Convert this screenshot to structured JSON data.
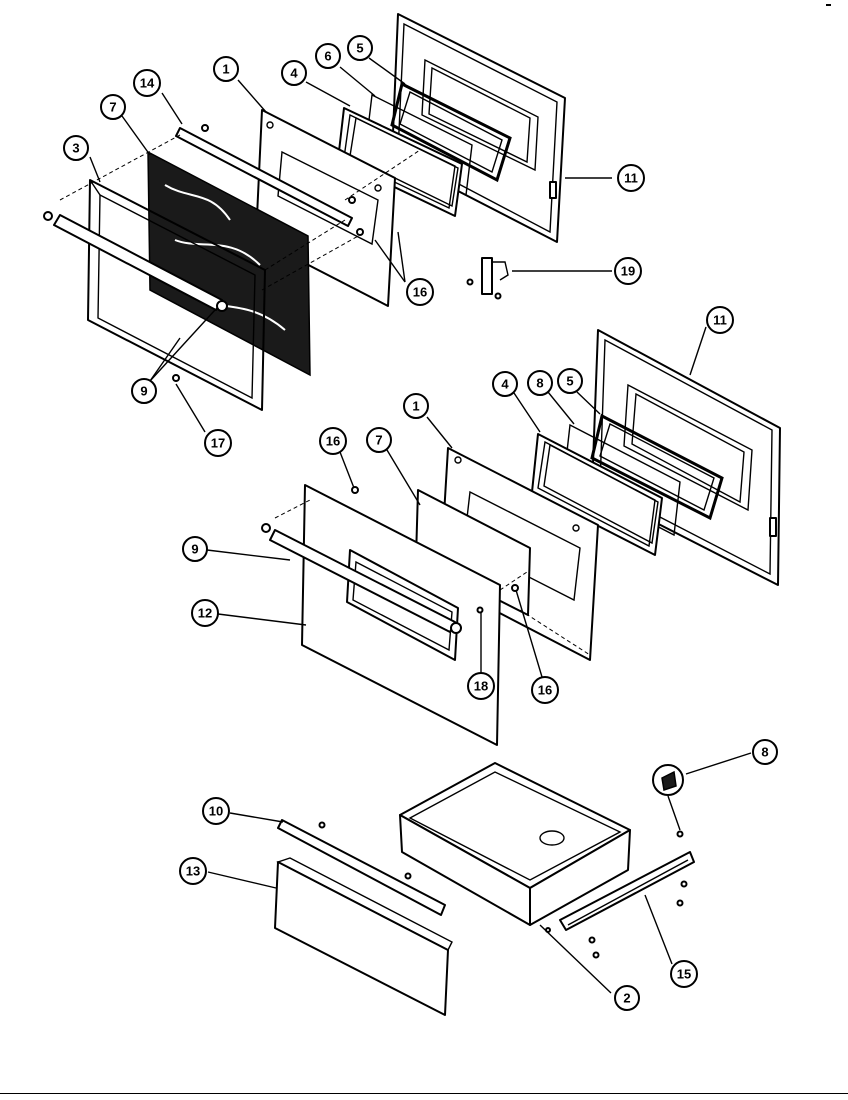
{
  "diagram": {
    "upper_door_callouts": [
      "1",
      "3",
      "4",
      "5",
      "6",
      "7",
      "9",
      "11",
      "14",
      "16",
      "17",
      "19"
    ],
    "lower_door_callouts": [
      "1",
      "4",
      "5",
      "7",
      "8",
      "9",
      "11",
      "12",
      "16",
      "16",
      "18"
    ],
    "drawer_callouts": [
      "2",
      "8",
      "10",
      "13",
      "15"
    ],
    "callout_labels": {
      "c1a": "1",
      "c3": "3",
      "c4a": "4",
      "c5a": "5",
      "c6": "6",
      "c7a": "7",
      "c9a": "9",
      "c11a": "11",
      "c14": "14",
      "c16a": "16",
      "c17": "17",
      "c19": "19",
      "c11b": "11",
      "c1b": "1",
      "c4b": "4",
      "c8a": "8",
      "c5b": "5",
      "c16b": "16",
      "c7b": "7",
      "c9b": "9",
      "c12": "12",
      "c18": "18",
      "c16c": "16",
      "c8b": "8",
      "c10": "10",
      "c13": "13",
      "c15": "15",
      "c2": "2"
    }
  }
}
